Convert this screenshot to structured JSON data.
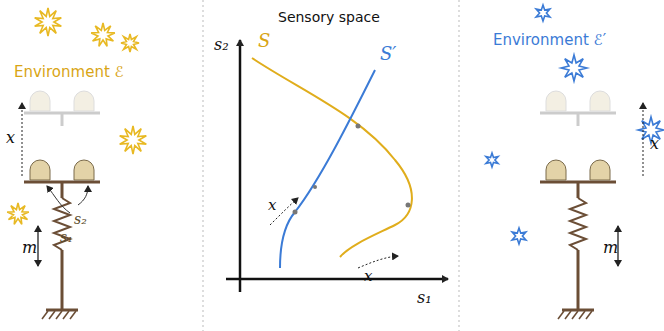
{
  "diagram": {
    "labels": [
      "Environment ℰ",
      "x",
      "s₂",
      "s₁",
      "m",
      "Sensory space",
      "s₂",
      "S",
      "S′",
      "x",
      "x",
      "s₁",
      "Environment ℰ′",
      "x",
      "m"
    ]
  }
}
